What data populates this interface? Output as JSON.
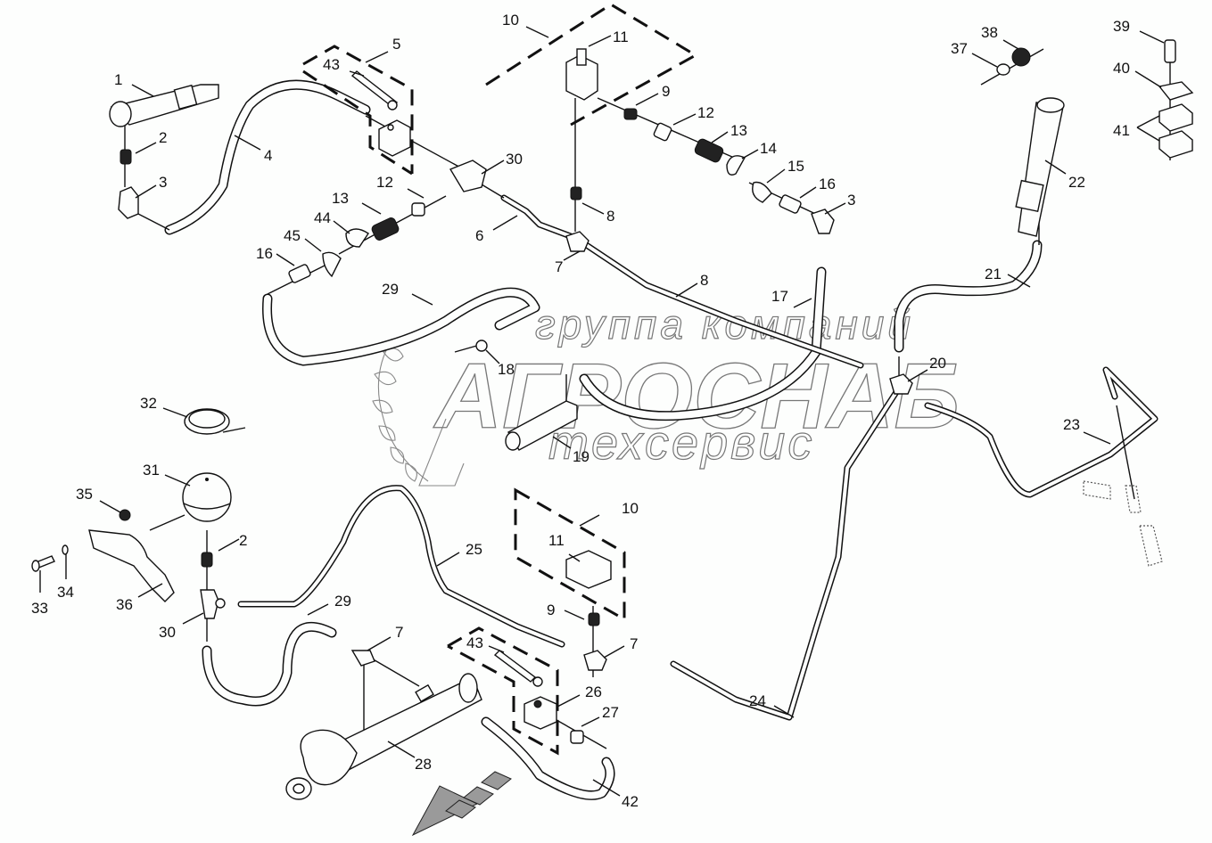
{
  "diagram": {
    "title": "Hydraulic lines exploded parts diagram",
    "watermark": {
      "line1": "группа компаний",
      "line2": "АГРОСНАБ",
      "line3": "техсервис"
    },
    "labels": [
      {
        "id": "l1",
        "text": "1"
      },
      {
        "id": "l2a",
        "text": "2"
      },
      {
        "id": "l3a",
        "text": "3"
      },
      {
        "id": "l4",
        "text": "4"
      },
      {
        "id": "l5",
        "text": "5"
      },
      {
        "id": "l43a",
        "text": "43"
      },
      {
        "id": "l10a",
        "text": "10"
      },
      {
        "id": "l11a",
        "text": "11"
      },
      {
        "id": "l9a",
        "text": "9"
      },
      {
        "id": "l12a",
        "text": "12"
      },
      {
        "id": "l13a",
        "text": "13"
      },
      {
        "id": "l14",
        "text": "14"
      },
      {
        "id": "l15",
        "text": "15"
      },
      {
        "id": "l16a",
        "text": "16"
      },
      {
        "id": "l3b",
        "text": "3"
      },
      {
        "id": "l30a",
        "text": "30"
      },
      {
        "id": "l8a",
        "text": "8"
      },
      {
        "id": "l6",
        "text": "6"
      },
      {
        "id": "l12b",
        "text": "12"
      },
      {
        "id": "l13b",
        "text": "13"
      },
      {
        "id": "l44",
        "text": "44"
      },
      {
        "id": "l45",
        "text": "45"
      },
      {
        "id": "l16b",
        "text": "16"
      },
      {
        "id": "l7a",
        "text": "7"
      },
      {
        "id": "l8b",
        "text": "8"
      },
      {
        "id": "l17",
        "text": "17"
      },
      {
        "id": "l29a",
        "text": "29"
      },
      {
        "id": "l18",
        "text": "18"
      },
      {
        "id": "l19",
        "text": "19"
      },
      {
        "id": "l20",
        "text": "20"
      },
      {
        "id": "l21",
        "text": "21"
      },
      {
        "id": "l22",
        "text": "22"
      },
      {
        "id": "l23",
        "text": "23"
      },
      {
        "id": "l37",
        "text": "37"
      },
      {
        "id": "l38",
        "text": "38"
      },
      {
        "id": "l39",
        "text": "39"
      },
      {
        "id": "l40",
        "text": "40"
      },
      {
        "id": "l41",
        "text": "41"
      },
      {
        "id": "l32",
        "text": "32"
      },
      {
        "id": "l31",
        "text": "31"
      },
      {
        "id": "l35",
        "text": "35"
      },
      {
        "id": "l2b",
        "text": "2"
      },
      {
        "id": "l33",
        "text": "33"
      },
      {
        "id": "l34",
        "text": "34"
      },
      {
        "id": "l36",
        "text": "36"
      },
      {
        "id": "l30b",
        "text": "30"
      },
      {
        "id": "l25",
        "text": "25"
      },
      {
        "id": "l10b",
        "text": "10"
      },
      {
        "id": "l11b",
        "text": "11"
      },
      {
        "id": "l9b",
        "text": "9"
      },
      {
        "id": "l29b",
        "text": "29"
      },
      {
        "id": "l7b",
        "text": "7"
      },
      {
        "id": "l7c",
        "text": "7"
      },
      {
        "id": "l43b",
        "text": "43"
      },
      {
        "id": "l26",
        "text": "26"
      },
      {
        "id": "l27",
        "text": "27"
      },
      {
        "id": "l24",
        "text": "24"
      },
      {
        "id": "l28",
        "text": "28"
      },
      {
        "id": "l42",
        "text": "42"
      }
    ],
    "direction_arrow": "forward-direction-arrow"
  }
}
